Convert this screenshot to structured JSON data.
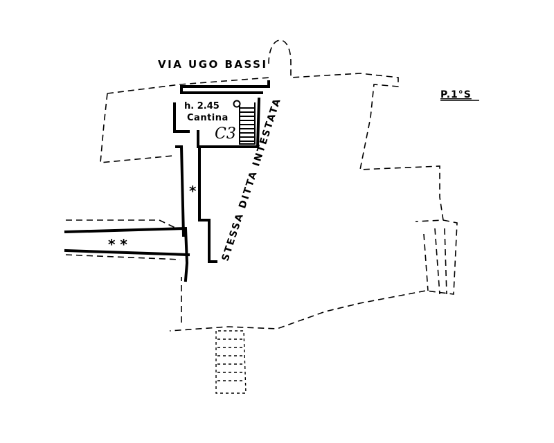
{
  "plan": {
    "street_label": "VIA UGO BASSI",
    "floor_label": "P.1°S",
    "room_height": "h. 2.45",
    "room_name": "Cantina",
    "unit_mark": "C3",
    "owner_note": "STESSA DITTA INTESTATA",
    "marker_single": "*",
    "marker_double": "* *"
  }
}
